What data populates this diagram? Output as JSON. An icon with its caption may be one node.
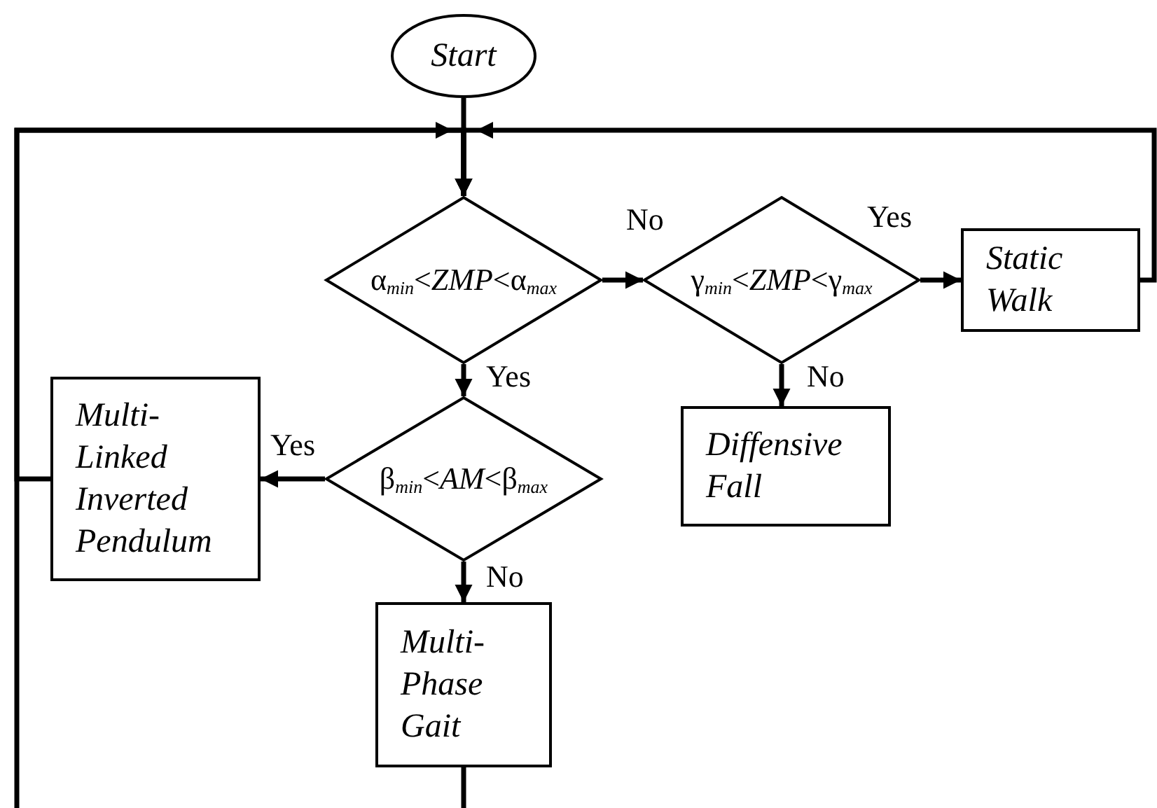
{
  "diagram": {
    "nodes": [
      {
        "text": [
          "Start"
        ]
      },
      {
        "text": [
          "α$_{min}$<*ZMP*<α$_{max}$"
        ]
      },
      {
        "text": [
          "γ$_{min}$<*ZMP*<γ$_{max}$"
        ]
      },
      {
        "text": [
          "Static Walk"
        ]
      },
      {
        "text": [
          "Diffensive Fall"
        ]
      },
      {
        "text": [
          "β$_{min}$<*AM*<β$_{max}$"
        ]
      },
      {
        "text": [
          "Multi- Linked Inverted Pendulum"
        ]
      },
      {
        "text": [
          "Multi- Phase Gait"
        ]
      }
    ],
    "edges": [
      {
        "from": 0,
        "to": 1,
        "arrow": "to"
      },
      {
        "from": 1,
        "to": 2,
        "arrow": "to",
        "label": "No"
      },
      {
        "from": 2,
        "to": 3,
        "arrow": "to",
        "label": "Yes"
      },
      {
        "from": 2,
        "to": 4,
        "arrow": "to",
        "label": "No"
      },
      {
        "from": 1,
        "to": 5,
        "arrow": "to",
        "label": "Yes"
      },
      {
        "from": 5,
        "to": 6,
        "arrow": "to",
        "label": "Yes"
      },
      {
        "from": 5,
        "to": 7,
        "arrow": "to",
        "label": "No"
      },
      {
        "from": 6,
        "to": 1,
        "arrow": "to"
      },
      {
        "from": 3,
        "to": 1,
        "arrow": "to"
      },
      {
        "from": 7,
        "to": 1,
        "arrow": "to"
      }
    ]
  }
}
